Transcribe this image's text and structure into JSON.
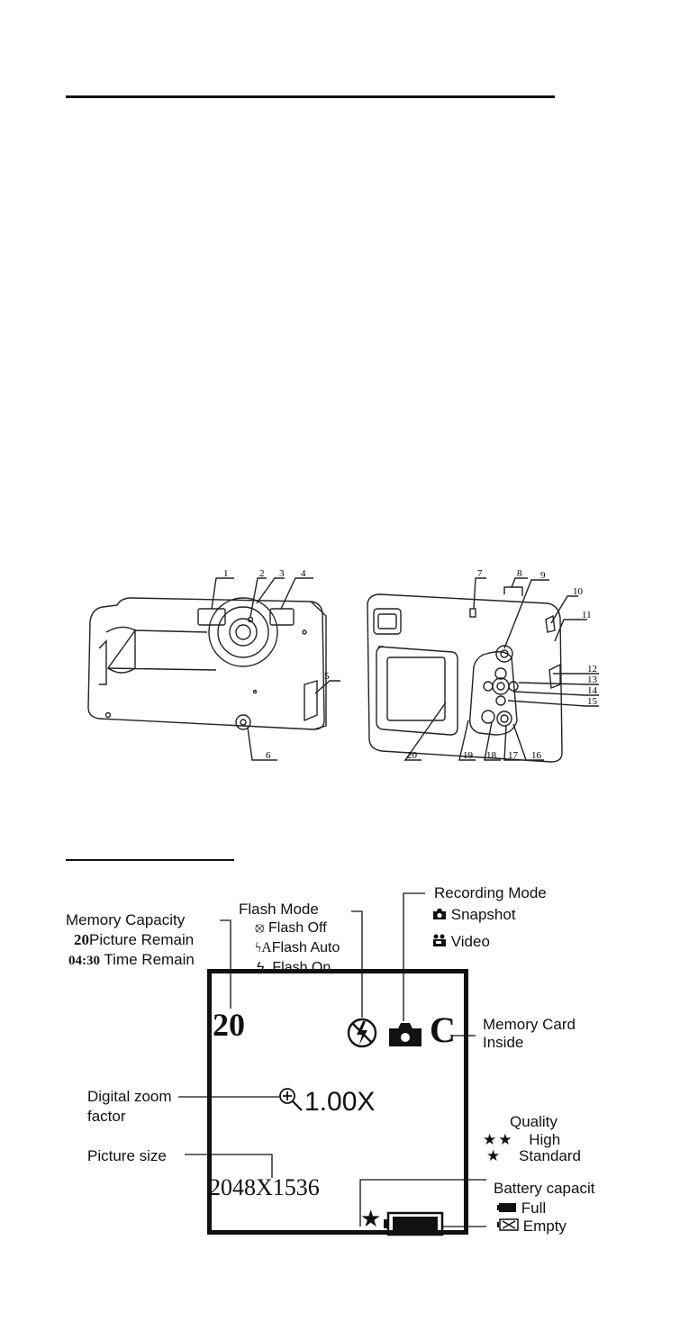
{
  "callouts": [
    "1",
    "2",
    "3",
    "4",
    "5",
    "6",
    "7",
    "8",
    "9",
    "10",
    "11",
    "12",
    "13",
    "14",
    "15",
    "16",
    "17",
    "18",
    "19",
    "20"
  ],
  "lcd": {
    "memory_count": "20",
    "card_letter": "C",
    "zoom": "1.00X",
    "picture_size": "2048X1536"
  },
  "labels": {
    "memory_capacity": "Memory Capacity",
    "picture_remain_num": "20",
    "picture_remain": "Picture Remain",
    "time_remain_num": "04:30",
    "time_remain": "Time Remain",
    "flash_mode": "Flash Mode",
    "flash_off": "Flash Off",
    "flash_auto_icon": "ϟA",
    "flash_auto": "Flash Auto",
    "flash_on": "Flash On",
    "recording_mode": "Recording Mode",
    "snapshot": "Snapshot",
    "video": "Video",
    "memory_card": "Memory Card",
    "inside": "Inside",
    "digital_zoom": "Digital zoom",
    "factor": "factor",
    "quality": "Quality",
    "high_stars": "★★",
    "high": "High",
    "standard_star": "★",
    "standard": "Standard",
    "picture_size": "Picture size",
    "battery": "Battery capacit",
    "full": "Full",
    "empty": "Empty"
  },
  "icons": [
    "flash-off-icon",
    "flash-auto-icon",
    "flash-on-icon",
    "camera-icon",
    "video-icon",
    "zoom-icon",
    "battery-full-icon",
    "battery-empty-icon",
    "star-icon"
  ]
}
